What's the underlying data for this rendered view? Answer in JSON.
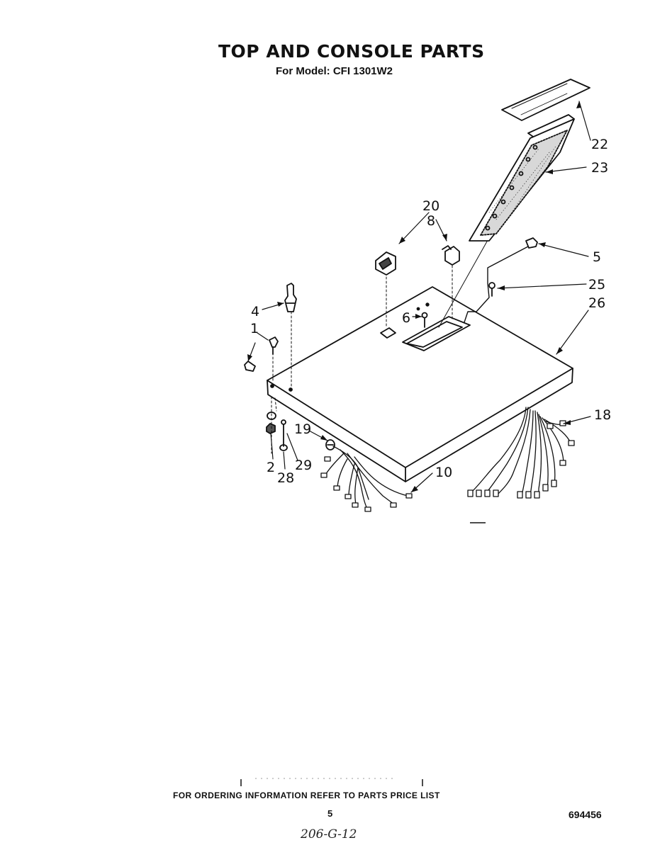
{
  "header": {
    "title": "TOP AND CONSOLE PARTS",
    "subtitle": "For Model: CFI 1301W2"
  },
  "callouts": [
    "22",
    "23",
    "20",
    "8",
    "5",
    "25",
    "26",
    "4",
    "6",
    "1",
    "18",
    "19",
    "2",
    "28",
    "29",
    "10"
  ],
  "footer": {
    "ordering_note": "FOR ORDERING INFORMATION REFER TO PARTS PRICE LIST",
    "page_number": "5",
    "document_number": "694456",
    "handwritten_note": "206-G-12"
  }
}
